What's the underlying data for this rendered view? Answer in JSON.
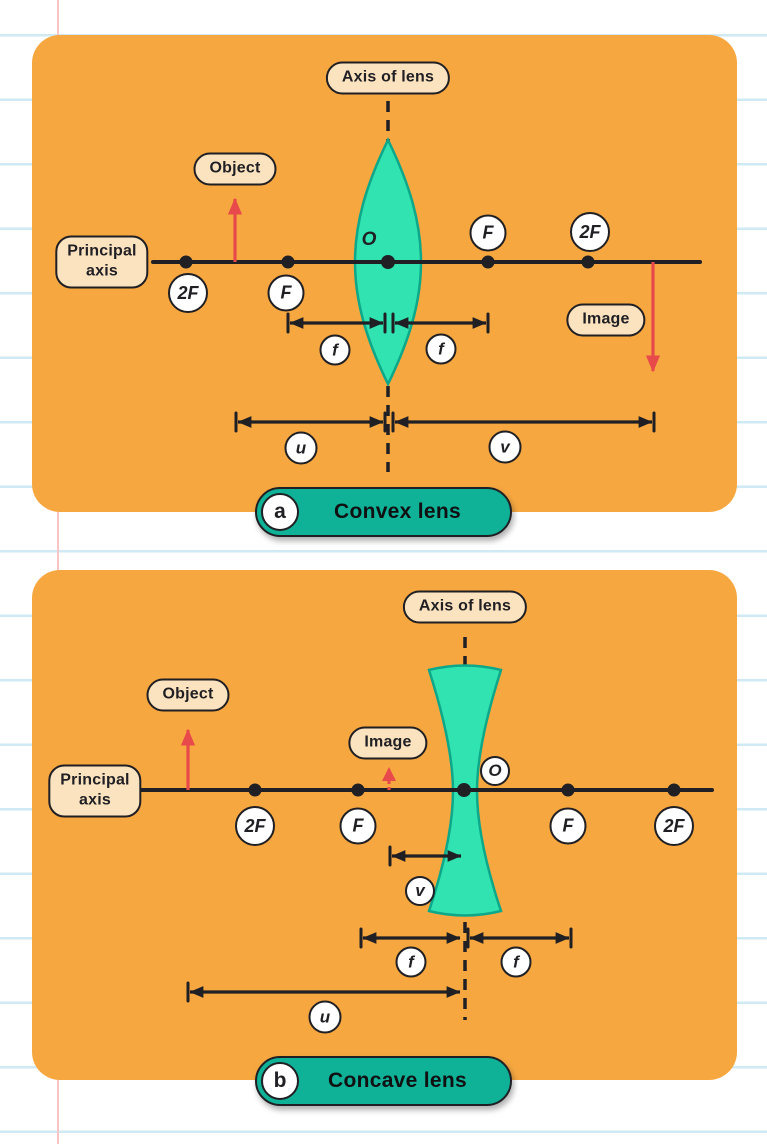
{
  "colors": {
    "page-bg": "#FFFFFF",
    "rule-blue": "#CFE9F5",
    "margin-pink": "#F8C6C6",
    "panel-bg": "#F6A740",
    "lens-fill": "#31E3B1",
    "lens-stroke": "#0DA789",
    "badge-bg": "#0FB197",
    "pill-bg": "#FCE3BF",
    "circle-bg": "#FFFFFF",
    "ink": "#1F1F24",
    "arrow-red": "#E8494B"
  },
  "panels": [
    {
      "axis_of_lens": "Axis of lens",
      "principal_axis_1": "Principal",
      "principal_axis_2": "axis",
      "object": "Object",
      "image": "Image",
      "center": "O",
      "left_2f": "2F",
      "left_f": "F",
      "right_f": "F",
      "right_2f": "2F",
      "f_left": "f",
      "f_right": "f",
      "u": "u",
      "v": "v",
      "badge_letter": "a",
      "badge_label": "Convex lens"
    },
    {
      "axis_of_lens": "Axis of lens",
      "principal_axis_1": "Principal",
      "principal_axis_2": "axis",
      "object": "Object",
      "image": "Image",
      "center": "O",
      "left_2f": "2F",
      "left_f": "F",
      "right_f": "F",
      "right_2f": "2F",
      "f_left": "f",
      "f_right": "f",
      "u": "u",
      "v": "v",
      "badge_letter": "b",
      "badge_label": "Concave lens"
    }
  ]
}
